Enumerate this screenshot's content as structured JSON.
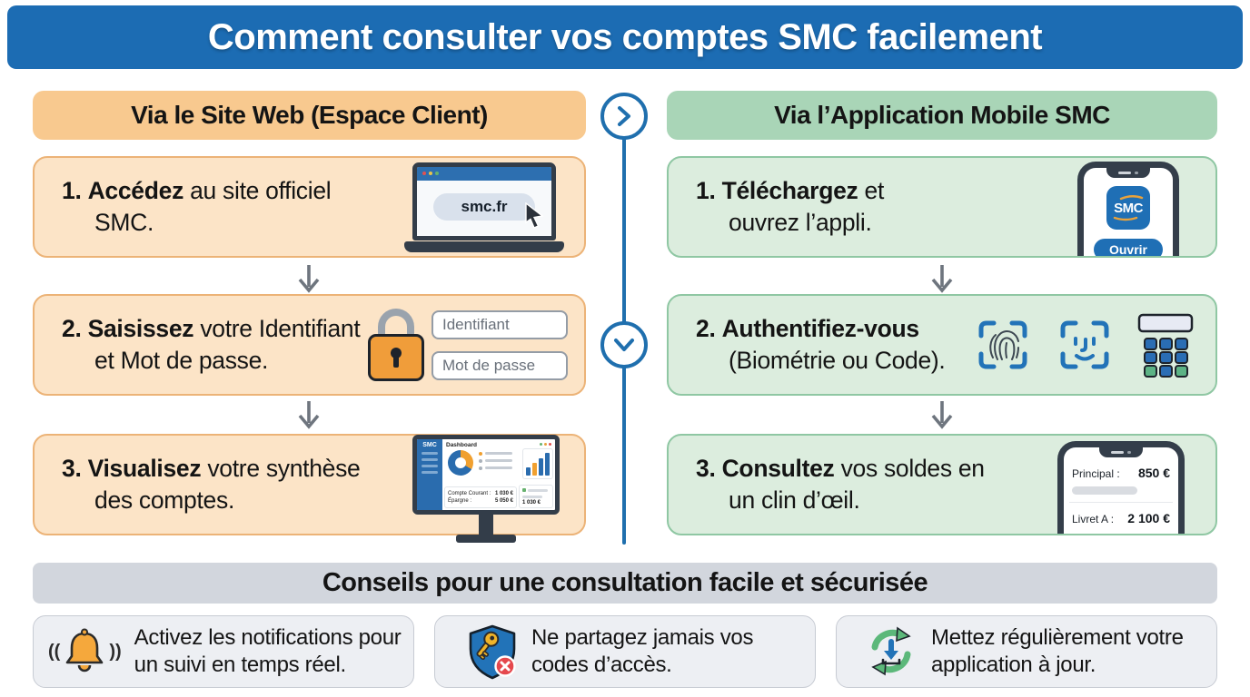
{
  "banner": {
    "title": "Comment consulter vos comptes SMC facilement"
  },
  "web": {
    "header": "Via le Site Web (Espace Client)",
    "step1": {
      "num": "1.",
      "bold": "Accédez",
      "rest": " au site officiel SMC."
    },
    "step2": {
      "num": "2.",
      "bold": "Saisissez",
      "rest": " votre Identifiant et Mot de passe."
    },
    "step3": {
      "num": "3.",
      "bold": "Visualisez",
      "rest": " votre synthèse des comptes."
    },
    "browser": {
      "url": "smc.fr"
    },
    "login": {
      "username_placeholder": "Identifiant",
      "password_placeholder": "Mot de passe"
    },
    "dashboard": {
      "logo": "SMC",
      "title": "Dashboard",
      "row1_label": "Compte Courant :",
      "row1_value": "1 030 €",
      "row2_label": "Épargne :",
      "row2_value": "5 050 €",
      "side_value": "1 030 €"
    }
  },
  "mobile": {
    "header": "Via l’Application Mobile SMC",
    "step1": {
      "num": "1.",
      "bold": "Téléchargez",
      "rest": " et ouvrez l’appli."
    },
    "step2": {
      "num": "2.",
      "bold": "Authentifiez-vous",
      "rest": " (Biométrie ou Code)."
    },
    "step3": {
      "num": "3.",
      "bold": "Consultez",
      "rest": " vos soldes en un clin d’œil."
    },
    "app": {
      "icon_label": "SMC",
      "open_button": "Ouvrir"
    },
    "balances": {
      "row1_label": "Principal :",
      "row1_value": "850 €",
      "row2_label": "Livret A :",
      "row2_value": "2 100 €"
    }
  },
  "tips": {
    "header": "Conseils pour une consultation facile et sécurisée",
    "bell_left": "((",
    "bell_right": "))",
    "tip1": "Activez les notifications pour un suivi en temps réel.",
    "tip2": "Ne partagez jamais vos codes d’accès.",
    "tip3": "Mettez régulièrement votre application à jour."
  },
  "colors": {
    "banner_blue": "#1c6cb3",
    "web_accent": "#f8c98f",
    "web_card": "#fce4c7",
    "mobile_accent": "#a9d5b7",
    "mobile_card": "#dcedde",
    "tips_gray": "#d2d6dd"
  }
}
